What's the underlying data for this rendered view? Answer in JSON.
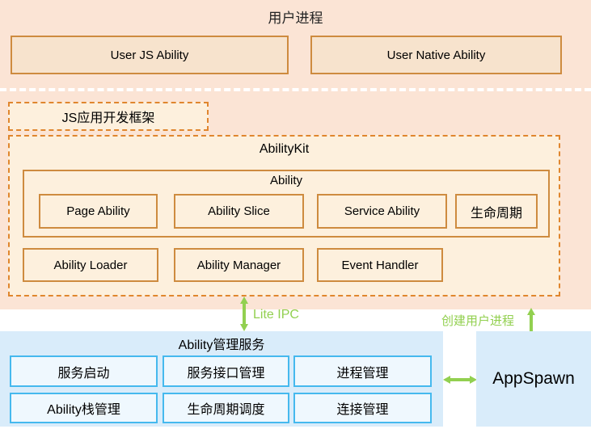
{
  "user_process": {
    "title": "用户进程",
    "js_ability": "User JS Ability",
    "native_ability": "User Native Ability"
  },
  "framework": {
    "label": "JS应用开发框架",
    "ability_kit": {
      "title": "AbilityKit",
      "ability": {
        "title": "Ability",
        "items": [
          "Page Ability",
          "Ability Slice",
          "Service Ability",
          "生命周期"
        ]
      },
      "modules": [
        "Ability Loader",
        "Ability Manager",
        "Event Handler"
      ]
    }
  },
  "connectors": {
    "lite_ipc": "Lite IPC",
    "create_user_process": "创建用户进程"
  },
  "ability_service": {
    "title": "Ability管理服务",
    "rows": [
      [
        "服务启动",
        "服务接口管理",
        "进程管理"
      ],
      [
        "Ability栈管理",
        "生命周期调度",
        "连接管理"
      ]
    ]
  },
  "app_spawn": {
    "label": "AppSpawn"
  },
  "colors": {
    "peach_bg": "#fbe4d5",
    "cream_fill": "#fdf0dd",
    "top_box_fill": "#f7e3cd",
    "orange_border": "#ce8b3f",
    "orange_dashed_border": "#e0862e",
    "green_accent": "#92d050",
    "blue_panel_bg": "#d9ecfa",
    "blue_box_fill": "#eff8fe",
    "blue_border": "#45b9ee"
  }
}
